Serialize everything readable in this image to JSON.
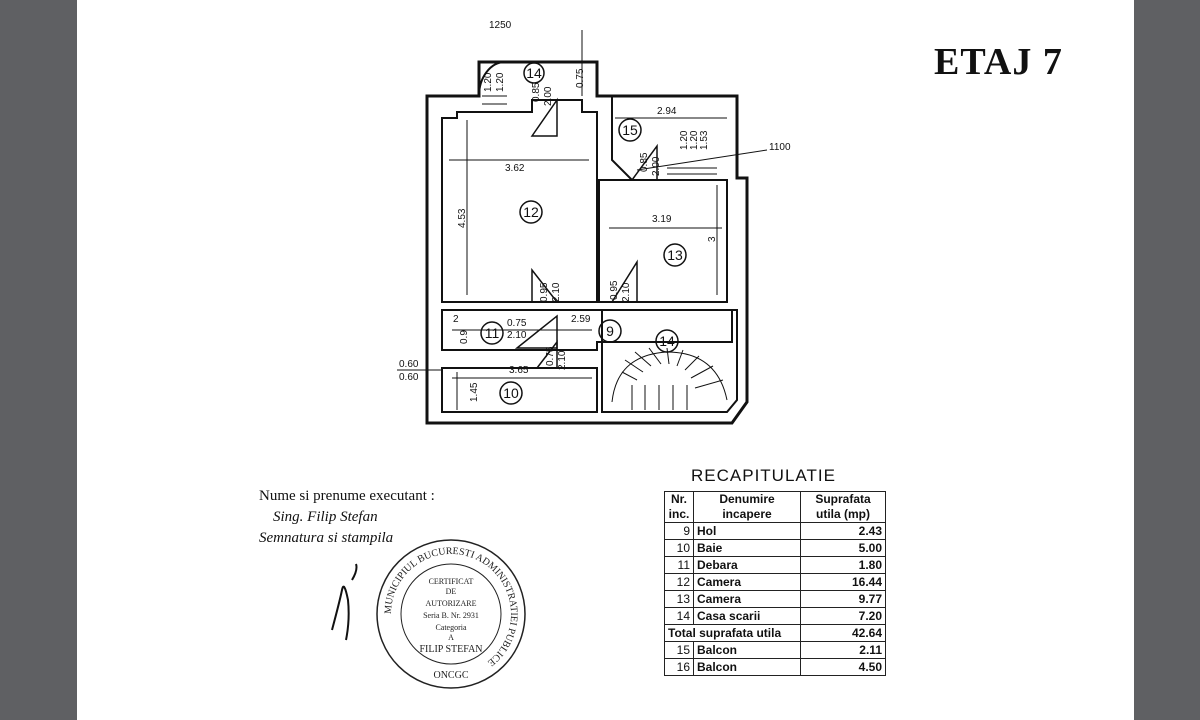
{
  "header": {
    "floor_title": "ETAJ 7"
  },
  "plan": {
    "rooms": [
      "12",
      "13",
      "14",
      "15",
      "11",
      "9",
      "10",
      "14"
    ],
    "dims": {
      "d1250": "1250",
      "d120a": "1.20",
      "d120b": "1.20",
      "d085a": "0.85",
      "d200a": "2.00",
      "d075a": "0.75",
      "d294": "2.94",
      "d120c": "1.20",
      "d120d": "1.20",
      "d153": "1.53",
      "d1100": "1100",
      "d362": "3.62",
      "d453": "4.53",
      "d085b": "0.85",
      "d200b": "2.00",
      "d319": "3.19",
      "d3": "3",
      "d095a": "0.95",
      "d210a": "2.10",
      "d095b": "0.95",
      "d210b": "2.10",
      "d2": "2",
      "d09": "0.9",
      "d075b": "0.75",
      "d210c": "2.10",
      "d259": "2.59",
      "d075c": "0.75",
      "d210d": "2.10",
      "d060a": "0.60",
      "d060b": "0.60",
      "d365": "3.65",
      "d145": "1.45"
    }
  },
  "executor": {
    "label": "Nume si prenume executant :",
    "name": "Sing. Filip Stefan",
    "signature_label": "Semnatura si stampila"
  },
  "stamp": {
    "ring_text": "MUNICIPIUL BUCURESTI ADMINISTRATIEI PUBLICE",
    "l1": "CERTIFICAT",
    "l2": "DE",
    "l3": "AUTORIZARE",
    "l4": "Seria B. Nr. 2931",
    "l5": "Categoria",
    "l6": "A",
    "l7": "FILIP STEFAN",
    "l8": "ONCGC"
  },
  "recap": {
    "title": "RECAPITULATIE",
    "headers": [
      "Nr. inc.",
      "Denumire incapere",
      "Suprafata utila (mp)"
    ],
    "rows": [
      {
        "nr": "9",
        "name": "Hol",
        "area": "2.43"
      },
      {
        "nr": "10",
        "name": "Baie",
        "area": "5.00"
      },
      {
        "nr": "11",
        "name": "Debara",
        "area": "1.80"
      },
      {
        "nr": "12",
        "name": "Camera",
        "area": "16.44"
      },
      {
        "nr": "13",
        "name": "Camera",
        "area": "9.77"
      },
      {
        "nr": "14",
        "name": "Casa scarii",
        "area": "7.20"
      }
    ],
    "total_label": "Total suprafata utila",
    "total_value": "42.64",
    "balconies": [
      {
        "nr": "15",
        "name": "Balcon",
        "area": "2.11"
      },
      {
        "nr": "16",
        "name": "Balcon",
        "area": "4.50"
      }
    ]
  }
}
